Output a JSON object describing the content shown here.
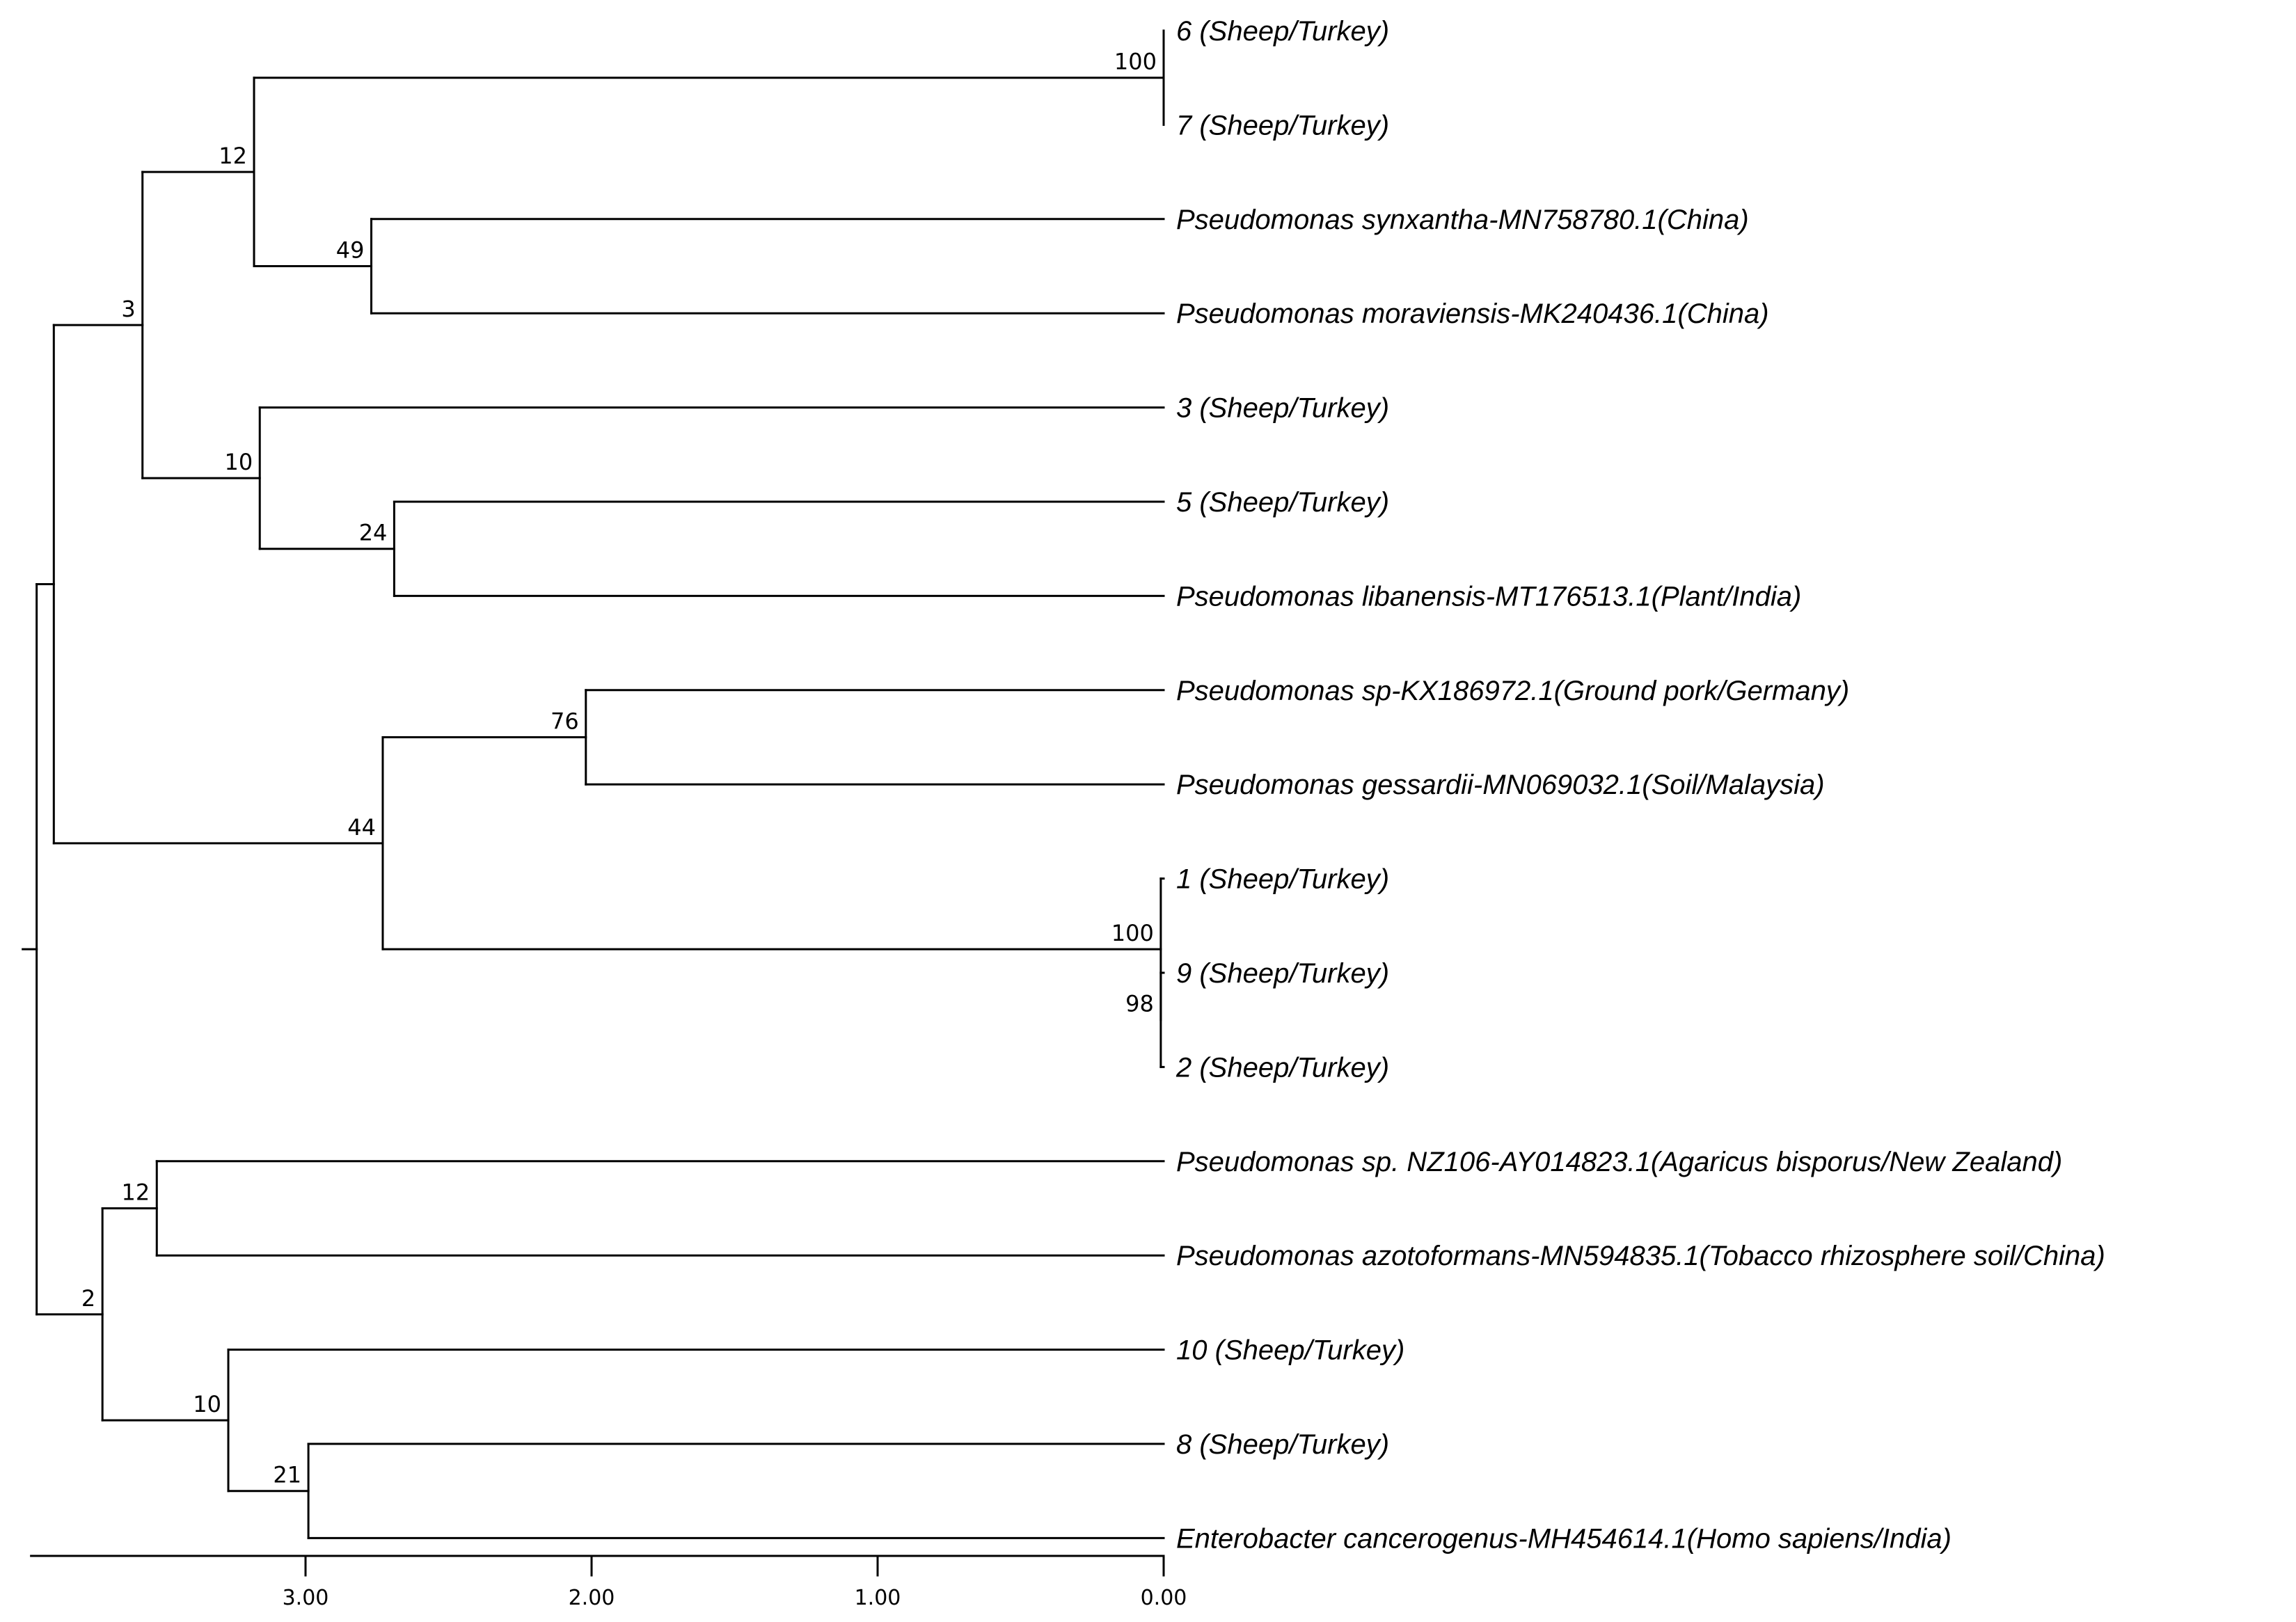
{
  "tree": {
    "leaves": [
      {
        "id": "L6",
        "label": "6 (Sheep/Turkey)"
      },
      {
        "id": "L7",
        "label": "7 (Sheep/Turkey)"
      },
      {
        "id": "Psyn",
        "label": "Pseudomonas synxantha-MN758780.1(China)"
      },
      {
        "id": "Pmor",
        "label": "Pseudomonas moraviensis-MK240436.1(China)"
      },
      {
        "id": "L3",
        "label": "3 (Sheep/Turkey)"
      },
      {
        "id": "L5",
        "label": "5 (Sheep/Turkey)"
      },
      {
        "id": "Plib",
        "label": "Pseudomonas libanensis-MT176513.1(Plant/India)"
      },
      {
        "id": "Psp",
        "label": "Pseudomonas sp-KX186972.1(Ground pork/Germany)"
      },
      {
        "id": "Pges",
        "label": "Pseudomonas gessardii-MN069032.1(Soil/Malaysia)"
      },
      {
        "id": "L1",
        "label": "1 (Sheep/Turkey)"
      },
      {
        "id": "L9",
        "label": "9 (Sheep/Turkey)"
      },
      {
        "id": "L2",
        "label": "2 (Sheep/Turkey)"
      },
      {
        "id": "Pnz",
        "label": "Pseudomonas sp. NZ106-AY014823.1(Agaricus bisporus/New Zealand)"
      },
      {
        "id": "Paz",
        "label": "Pseudomonas azotoformans-MN594835.1(Tobacco rhizosphere soil/China)"
      },
      {
        "id": "L10",
        "label": "10 (Sheep/Turkey)"
      },
      {
        "id": "L8",
        "label": "8 (Sheep/Turkey)"
      },
      {
        "id": "Ecan",
        "label": "Enterobacter cancerogenus-MH454614.1(Homo sapiens/India)"
      }
    ],
    "nodes": [
      {
        "id": "n67",
        "height": 0.0,
        "support": "100",
        "children": [
          "L6",
          "L7"
        ]
      },
      {
        "id": "n49",
        "height": 2.77,
        "support": "49",
        "children": [
          "Psyn",
          "Pmor"
        ]
      },
      {
        "id": "n12a",
        "height": 3.18,
        "support": "12",
        "children": [
          "n67",
          "n49"
        ]
      },
      {
        "id": "n24",
        "height": 2.69,
        "support": "24",
        "children": [
          "L5",
          "Plib"
        ]
      },
      {
        "id": "n10a",
        "height": 3.16,
        "support": "10",
        "children": [
          "L3",
          "n24"
        ]
      },
      {
        "id": "n3",
        "height": 3.57,
        "support": "3",
        "children": [
          "n12a",
          "n10a"
        ]
      },
      {
        "id": "n76",
        "height": 2.02,
        "support": "76",
        "children": [
          "Psp",
          "Pges"
        ]
      },
      {
        "id": "n98",
        "height": 0.01,
        "support": "98",
        "children": [
          "L9",
          "L2"
        ]
      },
      {
        "id": "n100b",
        "height": 0.01,
        "support": "100",
        "children": [
          "L1",
          "n98"
        ]
      },
      {
        "id": "n44",
        "height": 2.73,
        "support": "44",
        "children": [
          "n76",
          "n100b"
        ]
      },
      {
        "id": "nA",
        "height": 3.88,
        "support": "",
        "children": [
          "n3",
          "n44"
        ]
      },
      {
        "id": "n12b",
        "height": 3.52,
        "support": "12",
        "children": [
          "Pnz",
          "Paz"
        ]
      },
      {
        "id": "n21",
        "height": 2.99,
        "support": "21",
        "children": [
          "L8",
          "Ecan"
        ]
      },
      {
        "id": "n10b",
        "height": 3.27,
        "support": "10",
        "children": [
          "L10",
          "n21"
        ]
      },
      {
        "id": "n2",
        "height": 3.71,
        "support": "2",
        "children": [
          "n12b",
          "n10b"
        ]
      },
      {
        "id": "root",
        "height": 3.94,
        "support": "",
        "children": [
          "nA",
          "n2"
        ]
      }
    ]
  },
  "scale_axis": {
    "min": 0,
    "max": 3.94,
    "ticks": [
      {
        "value": 3.0,
        "label": "3.00"
      },
      {
        "value": 2.0,
        "label": "2.00"
      },
      {
        "value": 1.0,
        "label": "1.00"
      },
      {
        "value": 0.0,
        "label": "0.00"
      }
    ]
  }
}
